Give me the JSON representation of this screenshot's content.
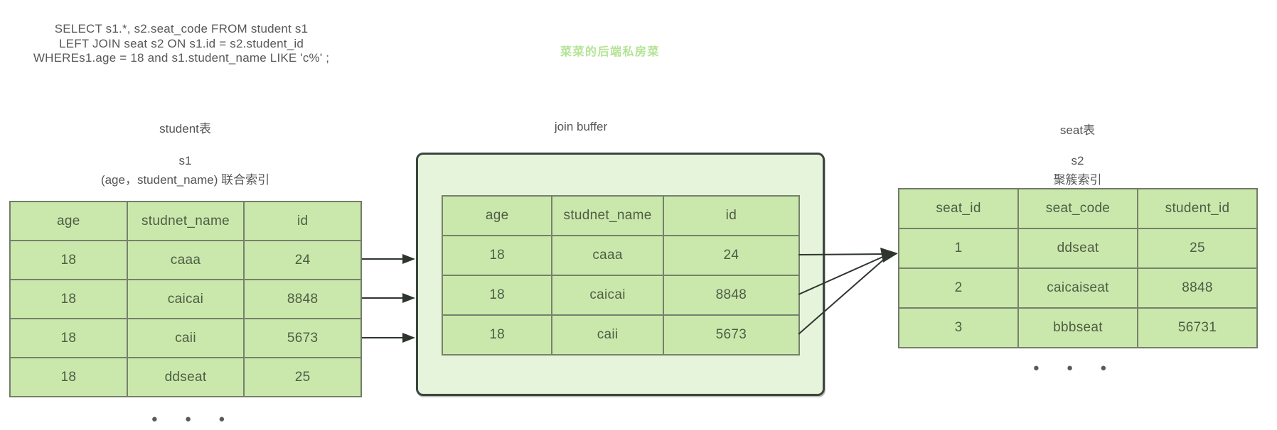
{
  "sql": {
    "line1": "SELECT s1.*, s2.seat_code FROM student s1",
    "line2": "LEFT JOIN seat s2 ON s1.id = s2.student_id",
    "line3": "WHEREs1.age = 18 and s1.student_name LIKE 'c%' ;"
  },
  "watermark": "菜菜的后端私房菜",
  "student_table": {
    "title": "student表",
    "alias": "s1",
    "index_note": "(age，student_name) 联合索引",
    "headers": [
      "age",
      "studnet_name",
      "id"
    ],
    "rows": [
      [
        "18",
        "caaa",
        "24"
      ],
      [
        "18",
        "caicai",
        "8848"
      ],
      [
        "18",
        "caii",
        "5673"
      ],
      [
        "18",
        "ddseat",
        "25"
      ]
    ],
    "ellipsis": "● ● ●"
  },
  "join_buffer": {
    "title": "join buffer",
    "headers": [
      "age",
      "studnet_name",
      "id"
    ],
    "rows": [
      [
        "18",
        "caaa",
        "24"
      ],
      [
        "18",
        "caicai",
        "8848"
      ],
      [
        "18",
        "caii",
        "5673"
      ]
    ]
  },
  "seat_table": {
    "title": "seat表",
    "alias": "s2",
    "index_note": "聚簇索引",
    "headers": [
      "seat_id",
      "seat_code",
      "student_id"
    ],
    "rows": [
      [
        "1",
        "ddseat",
        "25"
      ],
      [
        "2",
        "caicaiseat",
        "8848"
      ],
      [
        "3",
        "bbbseat",
        "56731"
      ]
    ],
    "ellipsis": "● ● ●"
  },
  "colors": {
    "cell_green": "#cbe8ac",
    "buffer_background": "#e6f4db",
    "cell_border": "#76816c",
    "buffer_border": "#3c453e",
    "cell_text": "#4d5d45",
    "label_text": "#555555",
    "watermark_green": "#b3e495",
    "arrow": "#2e352f"
  }
}
